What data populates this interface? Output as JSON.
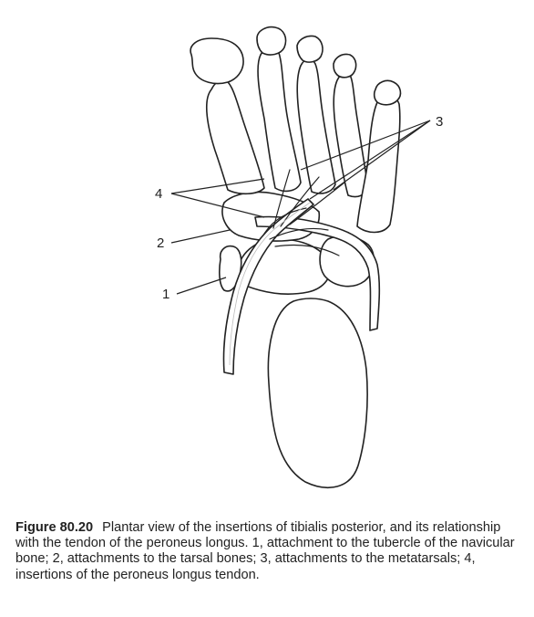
{
  "figure": {
    "labels": [
      "1",
      "2",
      "3",
      "4"
    ],
    "colors": {
      "ink": "#222222",
      "paper": "#ffffff",
      "shade": "#bdbdbd"
    }
  },
  "caption": {
    "number": "Figure 80.20",
    "text": "Plantar view of the insertions of tibialis posterior, and its relationship with the tendon of the peroneus longus. 1, attachment to the tubercle of the navicular bone; 2, attachments to the tarsal bones; 3, attachments to the metatarsals; 4, insertions of the peroneus longus tendon."
  }
}
